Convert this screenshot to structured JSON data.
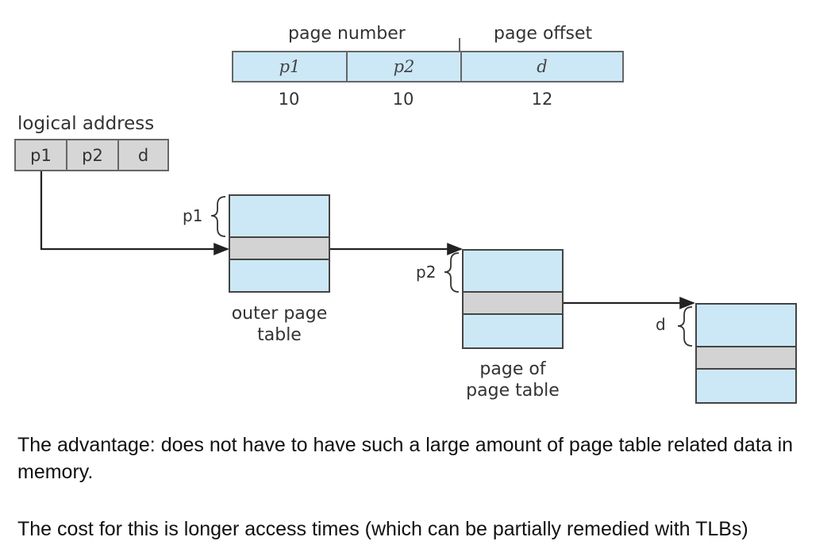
{
  "format": {
    "page_number_label": "page number",
    "page_offset_label": "page offset",
    "fields": [
      {
        "symbol": "p1",
        "bits": "10"
      },
      {
        "symbol": "p2",
        "bits": "10"
      },
      {
        "symbol": "d",
        "bits": "12"
      }
    ]
  },
  "logical_address": {
    "label": "logical address",
    "fields": [
      "p1",
      "p2",
      "d"
    ]
  },
  "tables": {
    "outer": {
      "index": "p1",
      "caption_line1": "outer page",
      "caption_line2": "table"
    },
    "inner": {
      "index": "p2",
      "caption_line1": "page of",
      "caption_line2": "page table"
    },
    "page": {
      "index": "d"
    }
  },
  "notes": {
    "advantage": "The advantage: does not have to have such a large amount of page table related data in memory.",
    "cost": "The cost for this is longer access times (which can be partially remedied with TLBs)"
  },
  "colors": {
    "table_fill": "#cce8f7",
    "selected_row": "#d3d3d3",
    "border": "#444444",
    "arrow": "#222222"
  }
}
